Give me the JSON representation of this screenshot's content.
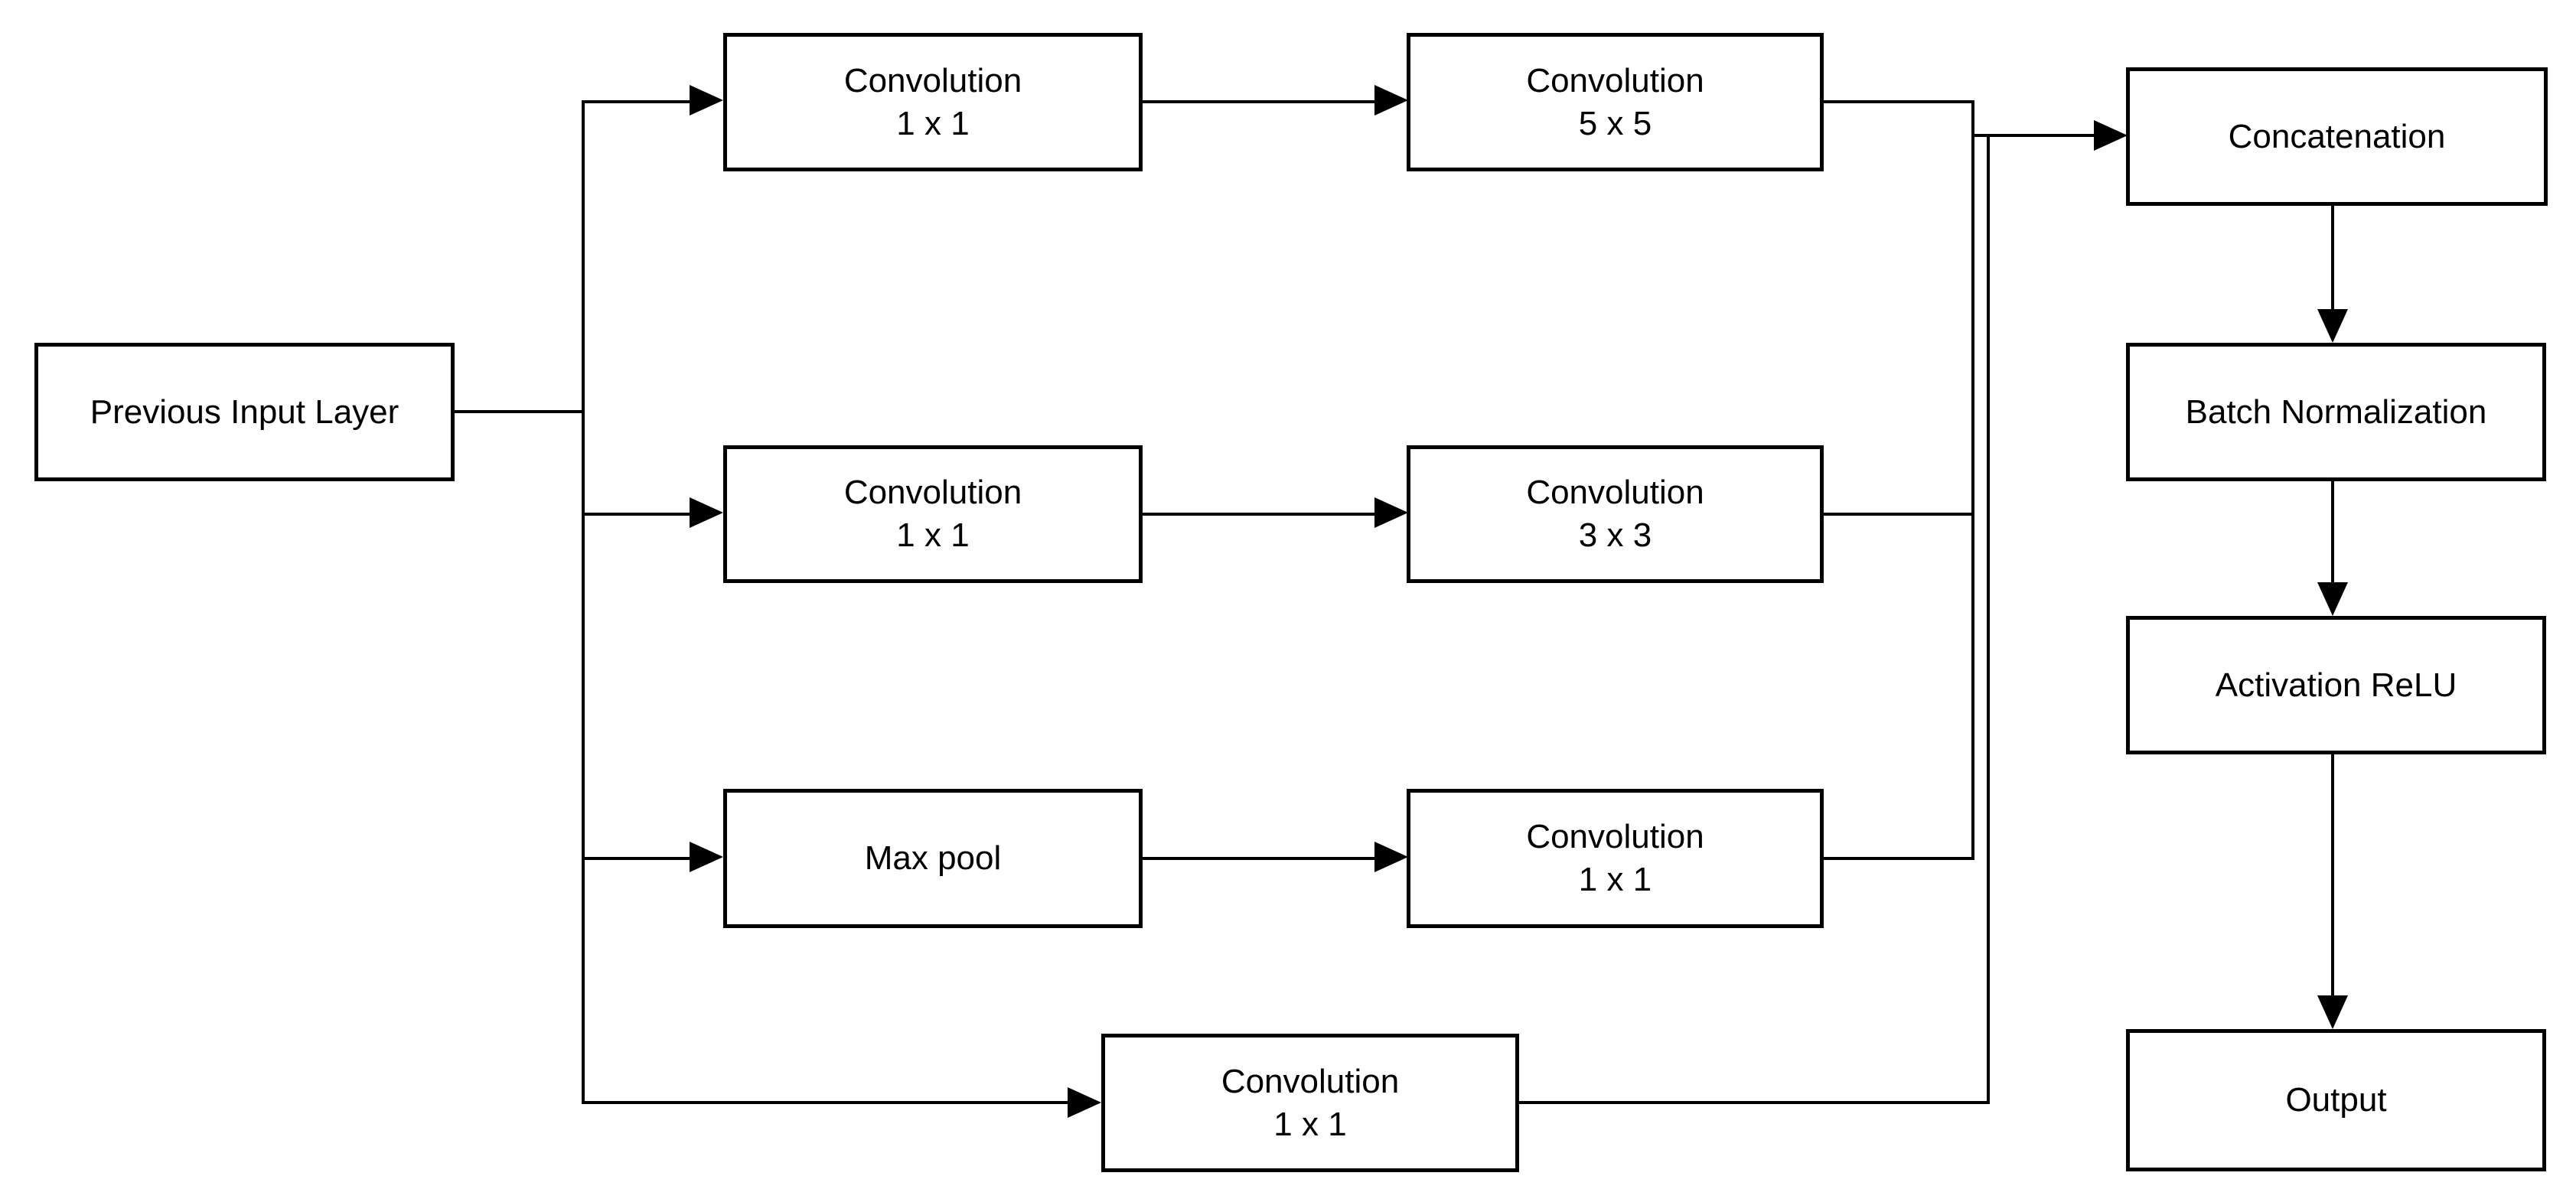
{
  "diagram": {
    "type": "flowchart",
    "colors": {
      "stroke": "#000000",
      "node_fill": "#ffffff",
      "background": "#ffffff",
      "text": "#000000"
    },
    "nodes": {
      "previous_input": {
        "label": "Previous Input Layer"
      },
      "conv_1x1_branch1": {
        "title": "Convolution",
        "size": "1 x 1"
      },
      "conv_5x5": {
        "title": "Convolution",
        "size": "5 x 5"
      },
      "conv_1x1_branch2": {
        "title": "Convolution",
        "size": "1 x 1"
      },
      "conv_3x3": {
        "title": "Convolution",
        "size": "3 x 3"
      },
      "max_pool": {
        "label": "Max pool"
      },
      "conv_1x1_branch3": {
        "title": "Convolution",
        "size": "1 x 1"
      },
      "conv_1x1_branch4": {
        "title": "Convolution",
        "size": "1 x 1"
      },
      "concatenation": {
        "label": "Concatenation"
      },
      "batch_normalization": {
        "label": "Batch Normalization"
      },
      "activation_relu": {
        "label": "Activation ReLU"
      },
      "output": {
        "label": "Output"
      }
    },
    "edges": [
      "previous_input -> branch_split",
      "branch_split -> conv_1x1_branch1 -> conv_5x5 -> concatenation",
      "branch_split -> conv_1x1_branch2 -> conv_3x3 -> concatenation",
      "branch_split -> max_pool -> conv_1x1_branch3 -> concatenation",
      "branch_split -> conv_1x1_branch4 -> concatenation",
      "concatenation -> batch_normalization",
      "batch_normalization -> activation_relu",
      "activation_relu -> output"
    ]
  }
}
